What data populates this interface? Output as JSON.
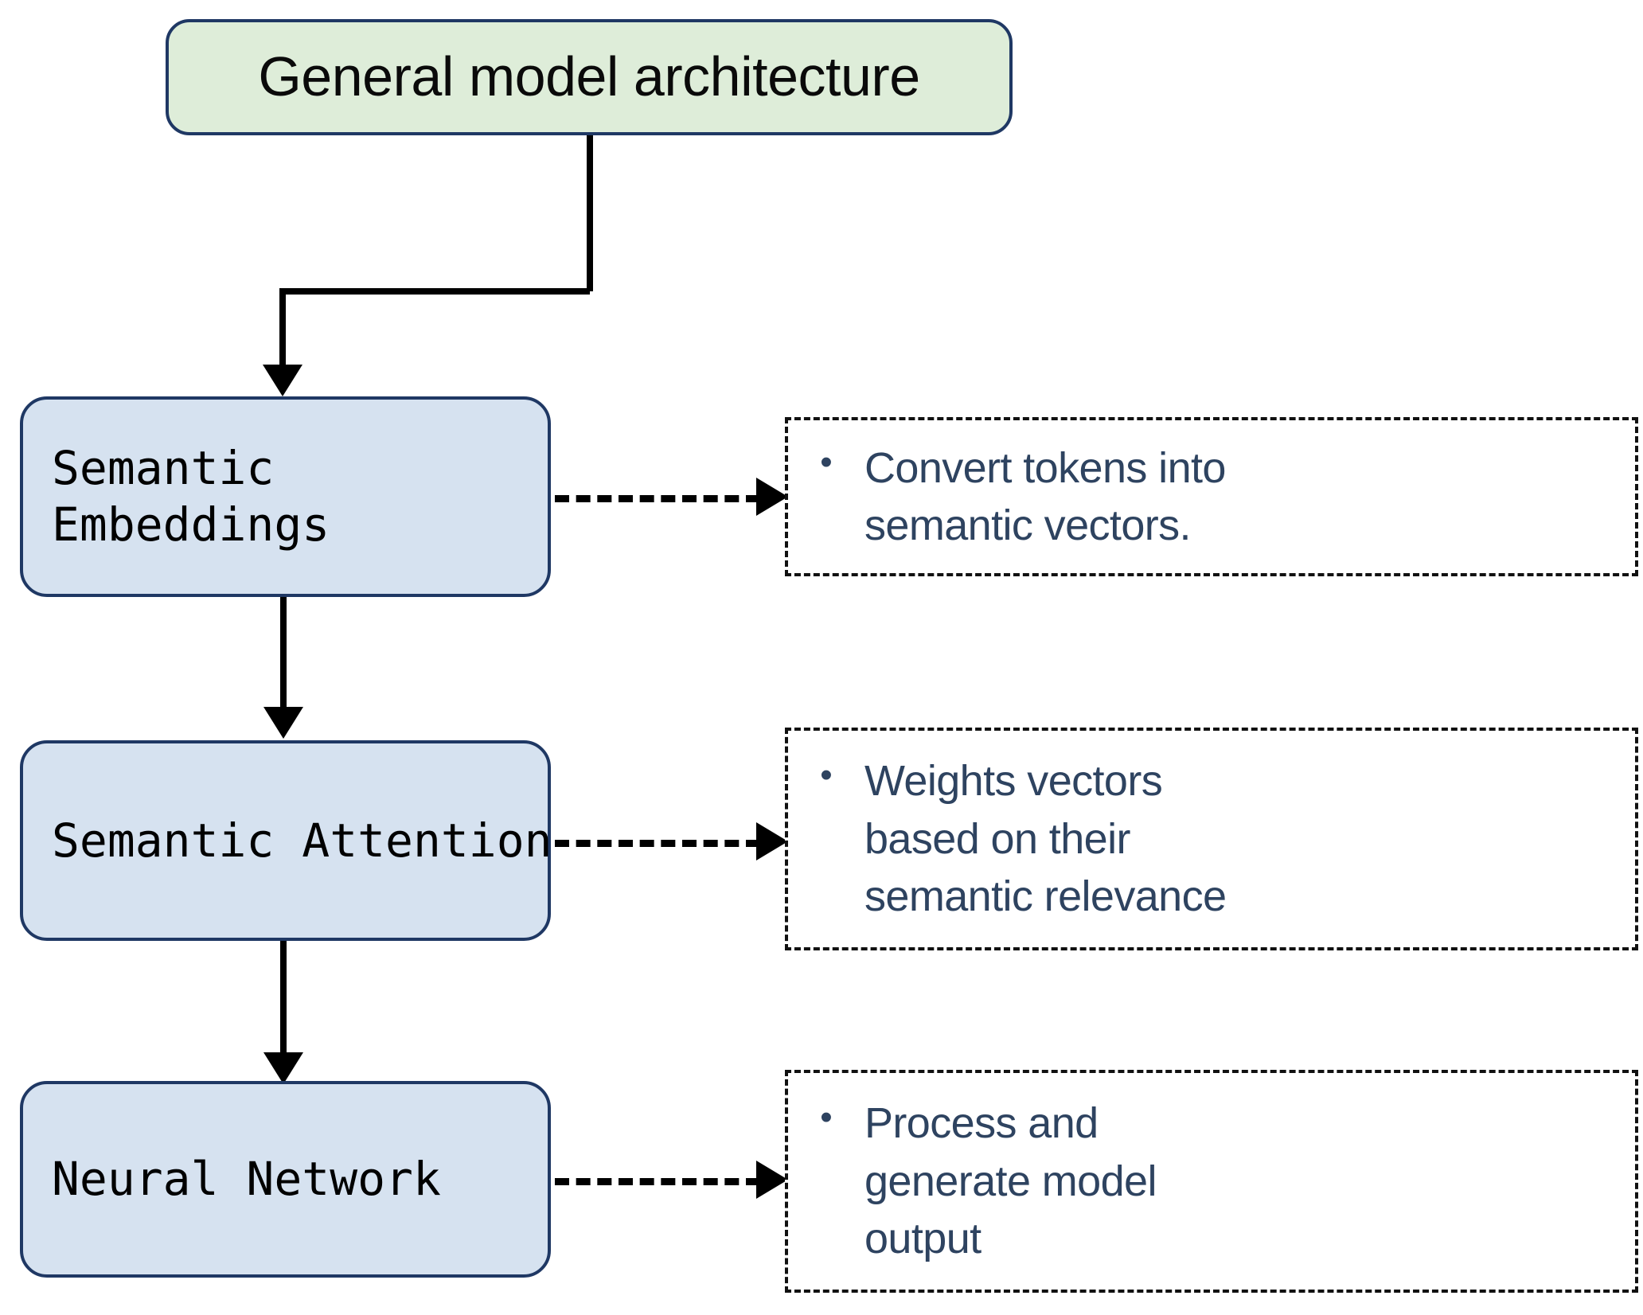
{
  "diagram": {
    "title_node": {
      "label": "General model architecture",
      "fill": "#DEEDD9",
      "border": "#1F3864"
    },
    "stages": [
      {
        "id": "semantic-embeddings",
        "label": "Semantic\nEmbeddings",
        "fill": "#D6E2F0",
        "border": "#1F3864",
        "callout": {
          "bullet": "•",
          "text": "Convert tokens into\nsemantic vectors.",
          "text_color": "#2E4360",
          "border_style": "dashed"
        }
      },
      {
        "id": "semantic-attention",
        "label": "Semantic Attention",
        "fill": "#D6E2F0",
        "border": "#1F3864",
        "callout": {
          "bullet": "•",
          "text": "Weights vectors\nbased on their\nsemantic relevance",
          "text_color": "#2E4360",
          "border_style": "dashed"
        }
      },
      {
        "id": "neural-network",
        "label": "Neural Network",
        "fill": "#D6E2F0",
        "border": "#1F3864",
        "callout": {
          "bullet": "•",
          "text": "Process and\ngenerate model\noutput",
          "text_color": "#2E4360",
          "border_style": "dashed"
        }
      }
    ],
    "connectors": {
      "solid_color": "#000000",
      "dashed_color": "#000000"
    }
  }
}
